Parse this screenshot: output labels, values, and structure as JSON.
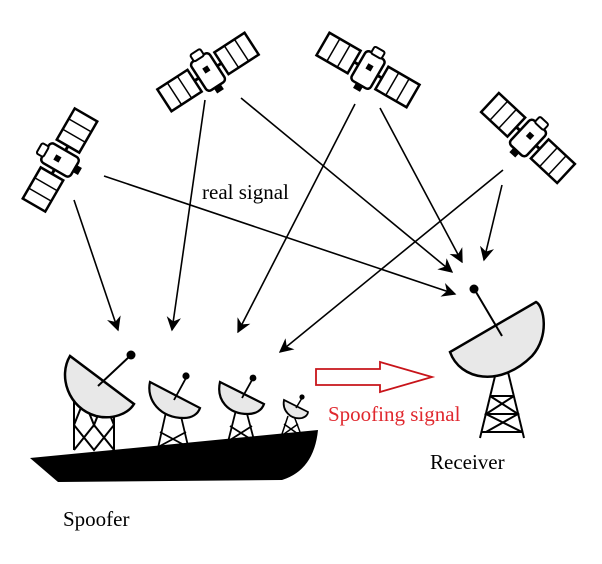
{
  "labels": {
    "real_signal": "real signal",
    "spoofing_signal": "Spoofing signal",
    "receiver": "Receiver",
    "spoofer": "Spoofer"
  },
  "colors": {
    "spoofing_label": "#e0282e",
    "spoofing_arrow": "#c8141a",
    "ink": "#000000",
    "dish_fill": "#e8e8e8"
  },
  "satellites": [
    {
      "name": "satellite-1"
    },
    {
      "name": "satellite-2"
    },
    {
      "name": "satellite-3"
    },
    {
      "name": "satellite-4"
    }
  ],
  "icons": {
    "satellite": "satellite-icon",
    "dish": "dish-antenna-icon",
    "ship": "ship-hull-icon",
    "arrow": "hollow-arrow-icon"
  }
}
